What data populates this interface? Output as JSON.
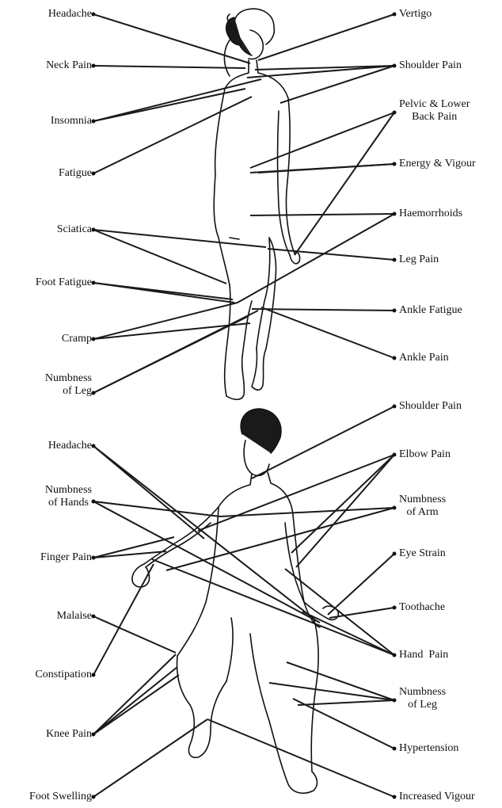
{
  "diagrams": [
    {
      "id": "front",
      "left_labels": [
        {
          "key": "headache",
          "lines": [
            "Headache"
          ]
        },
        {
          "key": "neck-pain",
          "lines": [
            "Neck Pain"
          ]
        },
        {
          "key": "insomnia",
          "lines": [
            "Insomnia"
          ]
        },
        {
          "key": "fatigue",
          "lines": [
            "Fatigue"
          ]
        },
        {
          "key": "sciatica",
          "lines": [
            "Sciatica"
          ]
        },
        {
          "key": "foot-fatigue",
          "lines": [
            "Foot Fatigue"
          ]
        },
        {
          "key": "cramp",
          "lines": [
            "Cramp"
          ]
        },
        {
          "key": "numbness-of-leg",
          "lines": [
            "Numbness",
            "of Leg"
          ]
        }
      ],
      "right_labels": [
        {
          "key": "vertigo",
          "lines": [
            "Vertigo"
          ]
        },
        {
          "key": "shoulder-pain",
          "lines": [
            "Shoulder Pain"
          ]
        },
        {
          "key": "pelvic-lower-back-pain",
          "lines": [
            "Pelvic & Lower",
            "Back Pain"
          ]
        },
        {
          "key": "energy-vigour",
          "lines": [
            "Energy & Vigour"
          ]
        },
        {
          "key": "haemorrhoids",
          "lines": [
            "Haemorrhoids"
          ]
        },
        {
          "key": "leg-pain",
          "lines": [
            "Leg Pain"
          ]
        },
        {
          "key": "ankle-fatigue",
          "lines": [
            "Ankle Fatigue"
          ]
        },
        {
          "key": "ankle-pain",
          "lines": [
            "Ankle Pain"
          ]
        }
      ]
    },
    {
      "id": "back",
      "left_labels": [
        {
          "key": "headache",
          "lines": [
            "Headache"
          ]
        },
        {
          "key": "numbness-of-hands",
          "lines": [
            "Numbness",
            "of Hands"
          ]
        },
        {
          "key": "finger-pain",
          "lines": [
            "Finger Pain"
          ]
        },
        {
          "key": "malaise",
          "lines": [
            "Malaise"
          ]
        },
        {
          "key": "constipation",
          "lines": [
            "Constipation"
          ]
        },
        {
          "key": "knee-pain",
          "lines": [
            "Knee Pain"
          ]
        },
        {
          "key": "foot-swelling",
          "lines": [
            "Foot Swelling"
          ]
        }
      ],
      "right_labels": [
        {
          "key": "shoulder-pain",
          "lines": [
            "Shoulder Pain"
          ]
        },
        {
          "key": "elbow-pain",
          "lines": [
            "Elbow Pain"
          ]
        },
        {
          "key": "numbness-of-arm",
          "lines": [
            "Numbness",
            "of Arm"
          ]
        },
        {
          "key": "eye-strain",
          "lines": [
            "Eye Strain"
          ]
        },
        {
          "key": "toothache",
          "lines": [
            "Toothache"
          ]
        },
        {
          "key": "hand-pain",
          "lines": [
            "Hand  Pain"
          ]
        },
        {
          "key": "numbness-of-leg",
          "lines": [
            "Numbness",
            "of Leg"
          ]
        },
        {
          "key": "hypertension",
          "lines": [
            "Hypertension"
          ]
        },
        {
          "key": "increased-vigour",
          "lines": [
            "Increased Vigour"
          ]
        }
      ]
    }
  ]
}
